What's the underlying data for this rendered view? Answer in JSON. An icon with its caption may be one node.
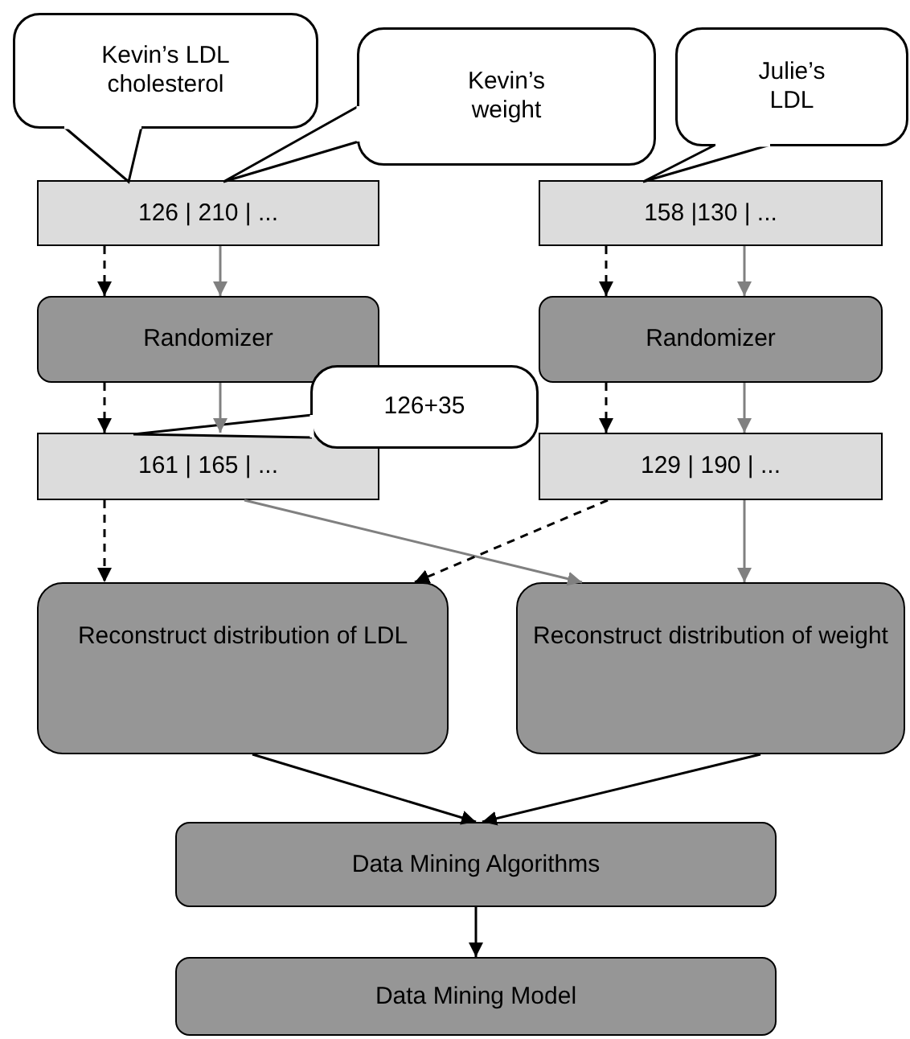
{
  "diagram": {
    "nodes": [
      {
        "text": [
          "Kevin’s LDL cholesterol"
        ]
      },
      {
        "text": [
          "Kevin’s weight"
        ]
      },
      {
        "text": [
          "Julie’s LDL"
        ]
      },
      {
        "text": [
          "126 | 210 | ..."
        ]
      },
      {
        "text": [
          "158 |130 | ..."
        ]
      },
      {
        "text": [
          "Randomizer"
        ]
      },
      {
        "text": [
          "Randomizer"
        ]
      },
      {
        "text": [
          "126+35"
        ]
      },
      {
        "text": [
          "161 | 165 | ..."
        ]
      },
      {
        "text": [
          "129 | 190 | ..."
        ]
      },
      {
        "text": [
          "Reconstruct distribution of LDL"
        ]
      },
      {
        "text": [
          "Reconstruct distribution of weight"
        ]
      },
      {
        "text": [
          "Data Mining Algorithms"
        ]
      },
      {
        "text": [
          "Data Mining Model"
        ]
      }
    ],
    "edges": [
      {
        "from": 3,
        "to": 5,
        "arrow": "to",
        "style": "dashed"
      },
      {
        "from": 3,
        "to": 5,
        "arrow": "to",
        "color": "#808080"
      },
      {
        "from": 4,
        "to": 6,
        "arrow": "to",
        "style": "dashed"
      },
      {
        "from": 4,
        "to": 6,
        "arrow": "to",
        "color": "#808080"
      },
      {
        "from": 5,
        "to": 8,
        "arrow": "to",
        "style": "dashed"
      },
      {
        "from": 5,
        "to": 8,
        "arrow": "to",
        "color": "#808080"
      },
      {
        "from": 6,
        "to": 9,
        "arrow": "to",
        "style": "dashed"
      },
      {
        "from": 6,
        "to": 9,
        "arrow": "to",
        "color": "#808080"
      },
      {
        "from": 8,
        "to": 10,
        "arrow": "to",
        "style": "dashed"
      },
      {
        "from": 8,
        "to": 11,
        "arrow": "to",
        "color": "#808080"
      },
      {
        "from": 9,
        "to": 10,
        "arrow": "to",
        "style": "dashed"
      },
      {
        "from": 9,
        "to": 11,
        "arrow": "to",
        "color": "#808080"
      },
      {
        "from": 10,
        "to": 12,
        "arrow": "to"
      },
      {
        "from": 11,
        "to": 12,
        "arrow": "to"
      },
      {
        "from": 12,
        "to": 13,
        "arrow": "to"
      }
    ]
  }
}
